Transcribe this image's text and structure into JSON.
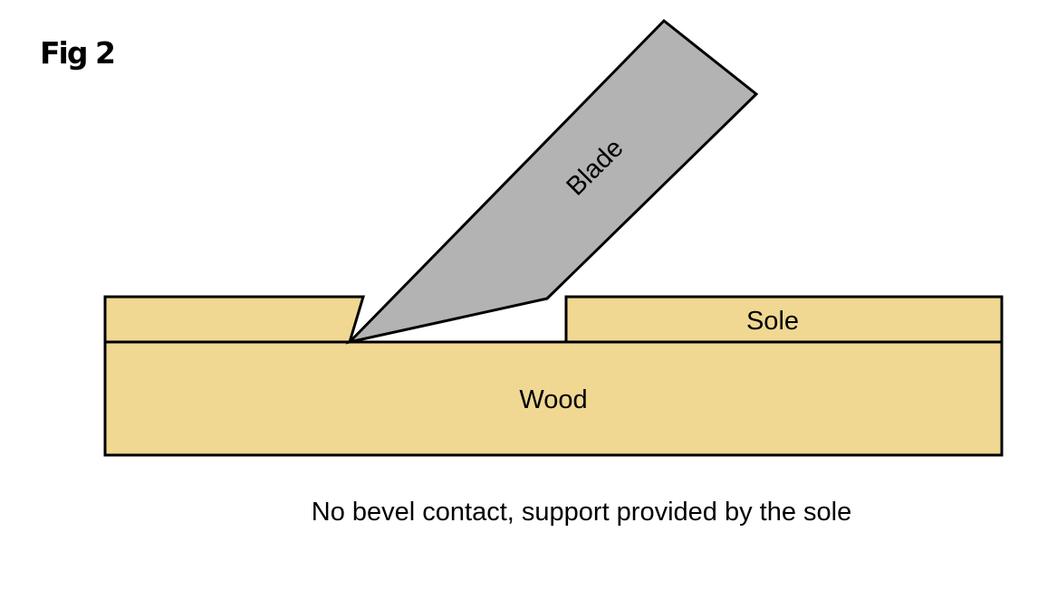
{
  "figure": {
    "label": "Fig 2",
    "caption": "No bevel contact, support provided by the sole"
  },
  "parts": {
    "blade": {
      "label": "Blade",
      "color": "#b3b3b3"
    },
    "sole": {
      "label": "Sole",
      "color": "#f0d892"
    },
    "wood": {
      "label": "Wood",
      "color": "#f0d892"
    }
  },
  "colors": {
    "outline": "#000000",
    "background": "#ffffff"
  }
}
